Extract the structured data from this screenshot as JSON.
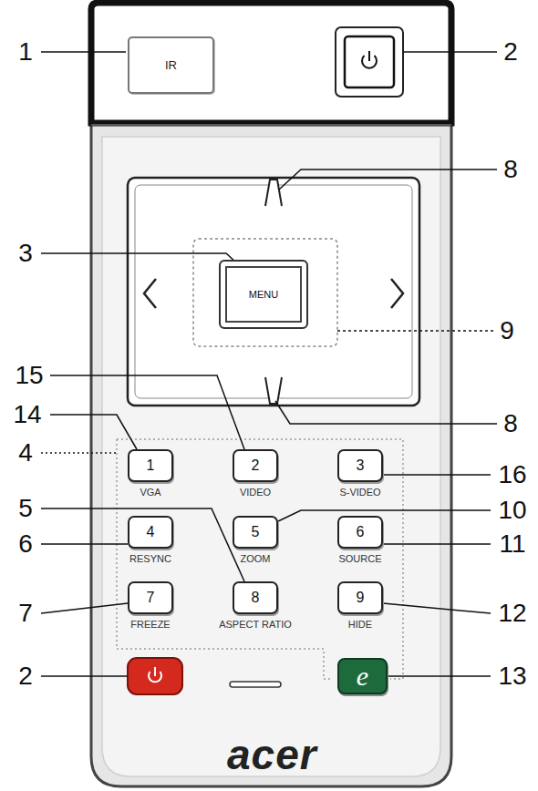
{
  "diagram": {
    "nodes": [
      {
        "text": [
          "IR"
        ]
      },
      {
        "text": [
          "MENU"
        ]
      },
      {
        "text": [
          "1",
          "VGA"
        ]
      },
      {
        "text": [
          "2",
          "VIDEO"
        ]
      },
      {
        "text": [
          "3",
          "S-VIDEO"
        ]
      },
      {
        "text": [
          "4",
          "RESYNC"
        ]
      },
      {
        "text": [
          "5",
          "ZOOM"
        ]
      },
      {
        "text": [
          "6",
          "SOURCE"
        ]
      },
      {
        "text": [
          "7",
          "FREEZE"
        ]
      },
      {
        "text": [
          "8",
          "ASPECT RATIO"
        ]
      },
      {
        "text": [
          "9",
          "HIDE"
        ]
      },
      {
        "text": [
          "e"
        ]
      }
    ],
    "labels": [
      "1",
      "2",
      "8",
      "3",
      "9",
      "15",
      "8",
      "14",
      "4",
      "16",
      "5",
      "10",
      "6",
      "11",
      "7",
      "12",
      "2",
      "13",
      "acer"
    ]
  }
}
